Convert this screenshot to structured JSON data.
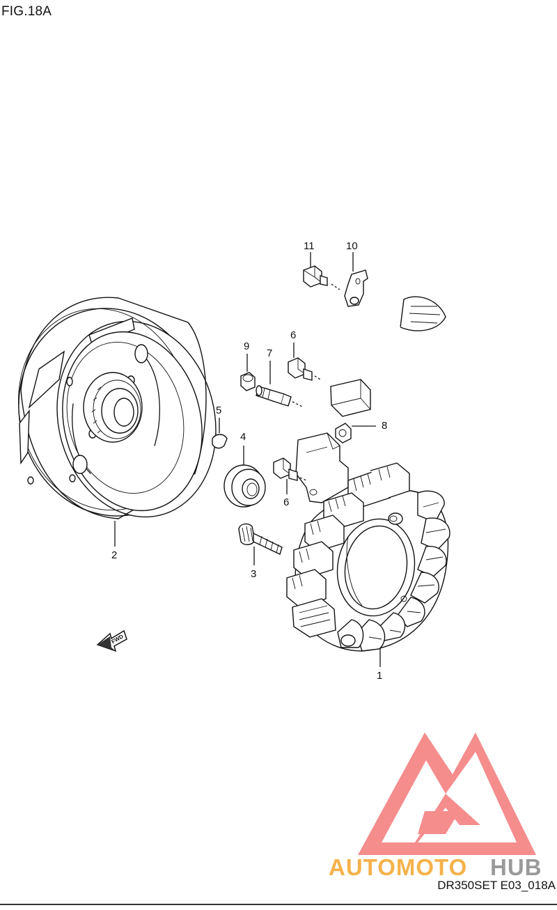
{
  "figure_label": "FIG.18A",
  "document_code": "DR350SET E03_018A",
  "fwd_label": "FWD",
  "callouts": [
    {
      "id": "1",
      "part": "stator"
    },
    {
      "id": "2",
      "part": "rotor-flywheel"
    },
    {
      "id": "3",
      "part": "bolt"
    },
    {
      "id": "4",
      "part": "washer-spacer"
    },
    {
      "id": "5",
      "part": "key"
    },
    {
      "id": "6a",
      "label": "6",
      "part": "screw-upper"
    },
    {
      "id": "6b",
      "label": "6",
      "part": "screw-lower"
    },
    {
      "id": "7",
      "part": "pin-bolt"
    },
    {
      "id": "8",
      "part": "wire-clamp"
    },
    {
      "id": "9",
      "part": "nut"
    },
    {
      "id": "10",
      "part": "bracket"
    },
    {
      "id": "11",
      "part": "bolt-small"
    }
  ],
  "watermark": {
    "text_orange": "AUTOMOTO",
    "text_gray": "HUB",
    "colors": {
      "orange": "#f5b24a",
      "gray": "#9a9a9a",
      "logo_red": "#f26b6b"
    }
  }
}
